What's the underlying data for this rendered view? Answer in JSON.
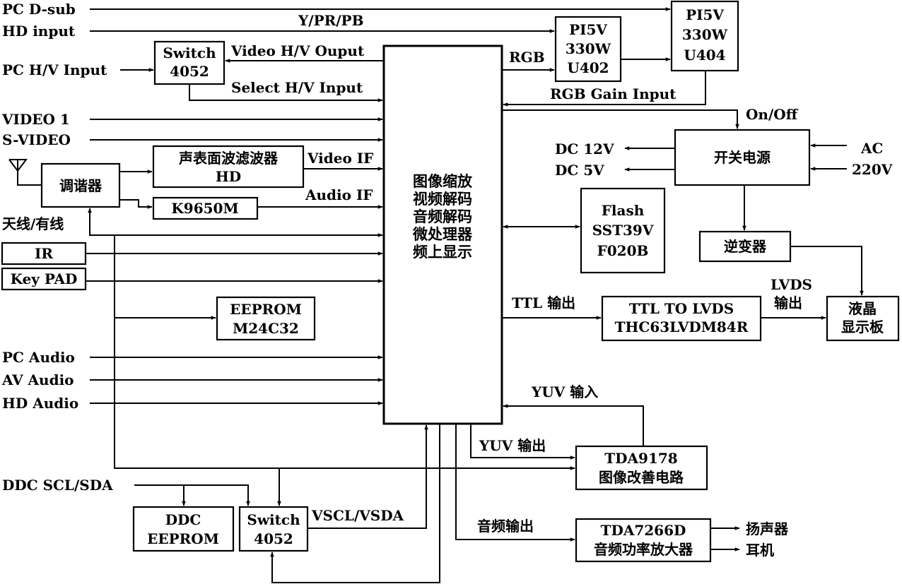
{
  "inputs": {
    "pc_dsub": "PC D-sub",
    "hd_input": "HD input",
    "pc_hv_input": "PC H/V Input",
    "video1": "VIDEO 1",
    "svideo": "S-VIDEO",
    "antenna": "天线/有线",
    "pc_audio": "PC Audio",
    "av_audio": "AV Audio",
    "hd_audio": "HD Audio",
    "ddc_scl_sda": "DDC SCL/SDA",
    "ac": "AC",
    "v220": "220V"
  },
  "signals": {
    "ypr_pb": "Y/PR/PB",
    "video_hv_output": "Video H/V Ouput",
    "select_hv_input": "Select H/V Input",
    "rgb": "RGB",
    "rgb_gain_input": "RGB Gain Input",
    "on_off": "On/Off",
    "dc12v": "DC 12V",
    "dc5v": "DC 5V",
    "video_if": "Video IF",
    "audio_if": "Audio IF",
    "ttl_out": "TTL 输出",
    "lvds": "LVDS",
    "lvds_out": "输出",
    "yuv_in": "YUV 输入",
    "yuv_out": "YUV 输出",
    "vscl_vsda": "VSCL/VSDA",
    "audio_out": "音频输出"
  },
  "blocks": {
    "switch_top": [
      "Switch",
      "4052"
    ],
    "switch_bottom": [
      "Switch",
      "4052"
    ],
    "pi5v_u402": [
      "PI5V",
      "330W",
      "U402"
    ],
    "pi5v_u404": [
      "PI5V",
      "330W",
      "U404"
    ],
    "saw_filter": [
      "声表面波滤波器",
      "HD"
    ],
    "tuner": "调谐器",
    "k9650m": "K9650M",
    "ir": "IR",
    "keypad": "Key PAD",
    "eeprom": [
      "EEPROM",
      "M24C32"
    ],
    "main": [
      "图像缩放",
      "视频解码",
      "音频解码",
      "微处理器",
      "频上显示"
    ],
    "flash": [
      "Flash",
      "SST39V",
      "F020B"
    ],
    "power": "开关电源",
    "inverter": "逆变器",
    "ttl_lvds": [
      "TTL TO LVDS",
      "THC63LVDM84R"
    ],
    "lcd": [
      "液晶",
      "显示板"
    ],
    "tda9178": [
      "TDA9178",
      "图像改善电路"
    ],
    "ddc_eeprom": [
      "DDC",
      "EEPROM"
    ],
    "tda7266d": [
      "TDA7266D",
      "音频功率放大器"
    ]
  },
  "outputs": {
    "speaker": "扬声器",
    "earphone": "耳机"
  }
}
